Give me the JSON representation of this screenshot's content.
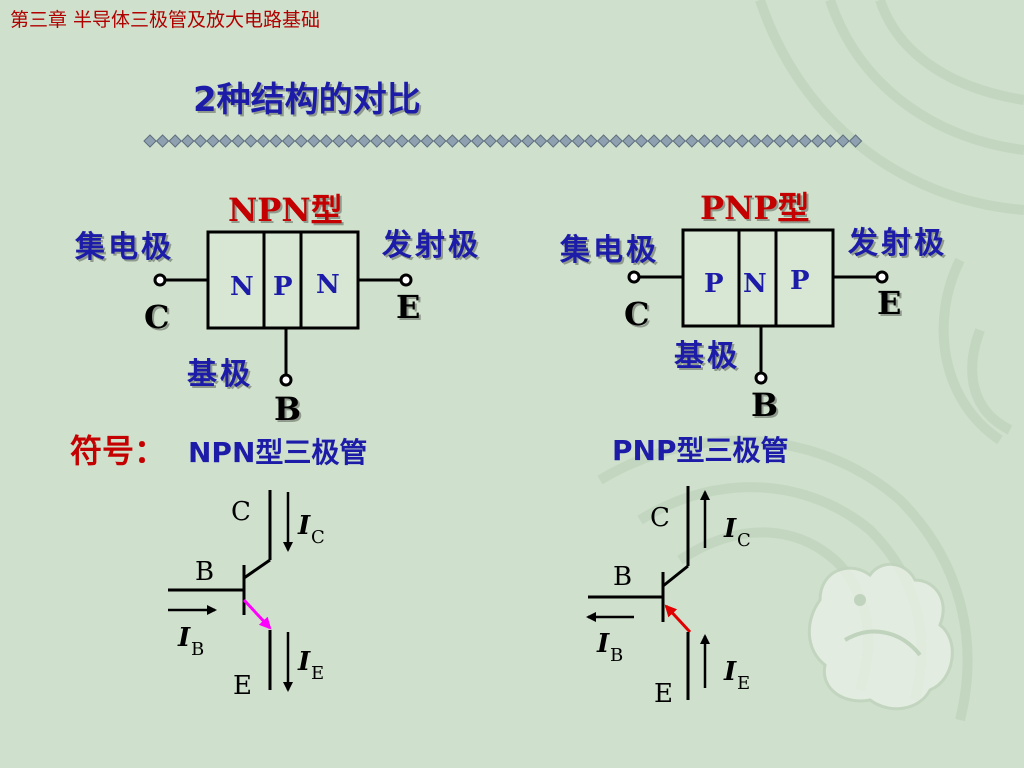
{
  "header": {
    "chapter": "第三章  半导体三极管及放大电路基础"
  },
  "title": {
    "text": "2种结构的对比"
  },
  "npn": {
    "type_label": "NPN型",
    "collector_label": "集电极",
    "emitter_label": "发射极",
    "base_label": "基极",
    "layers": [
      "N",
      "P",
      "N"
    ],
    "terminal_c": "C",
    "terminal_e": "E",
    "terminal_b": "B"
  },
  "pnp": {
    "type_label": "PNP型",
    "collector_label": "集电极",
    "emitter_label": "发射极",
    "base_label": "基极",
    "layers": [
      "P",
      "N",
      "P"
    ],
    "terminal_c": "C",
    "terminal_e": "E",
    "terminal_b": "B"
  },
  "symbols": {
    "prefix": "符号：",
    "npn_caption": "NPN型三极管",
    "pnp_caption": "PNP型三极管",
    "npn": {
      "c": "C",
      "b": "B",
      "e": "E",
      "ic": "I",
      "ic_sub": "C",
      "ib": "I",
      "ib_sub": "B",
      "ie": "I",
      "ie_sub": "E",
      "arrow_color": "#ff00ff"
    },
    "pnp": {
      "c": "C",
      "b": "B",
      "e": "E",
      "ic": "I",
      "ic_sub": "C",
      "ib": "I",
      "ib_sub": "B",
      "ie": "I",
      "ie_sub": "E",
      "arrow_color": "#e00000"
    }
  },
  "colors": {
    "title_blue": "#1c1ca8",
    "accent_red": "#c40000",
    "header_red": "#b00000"
  }
}
